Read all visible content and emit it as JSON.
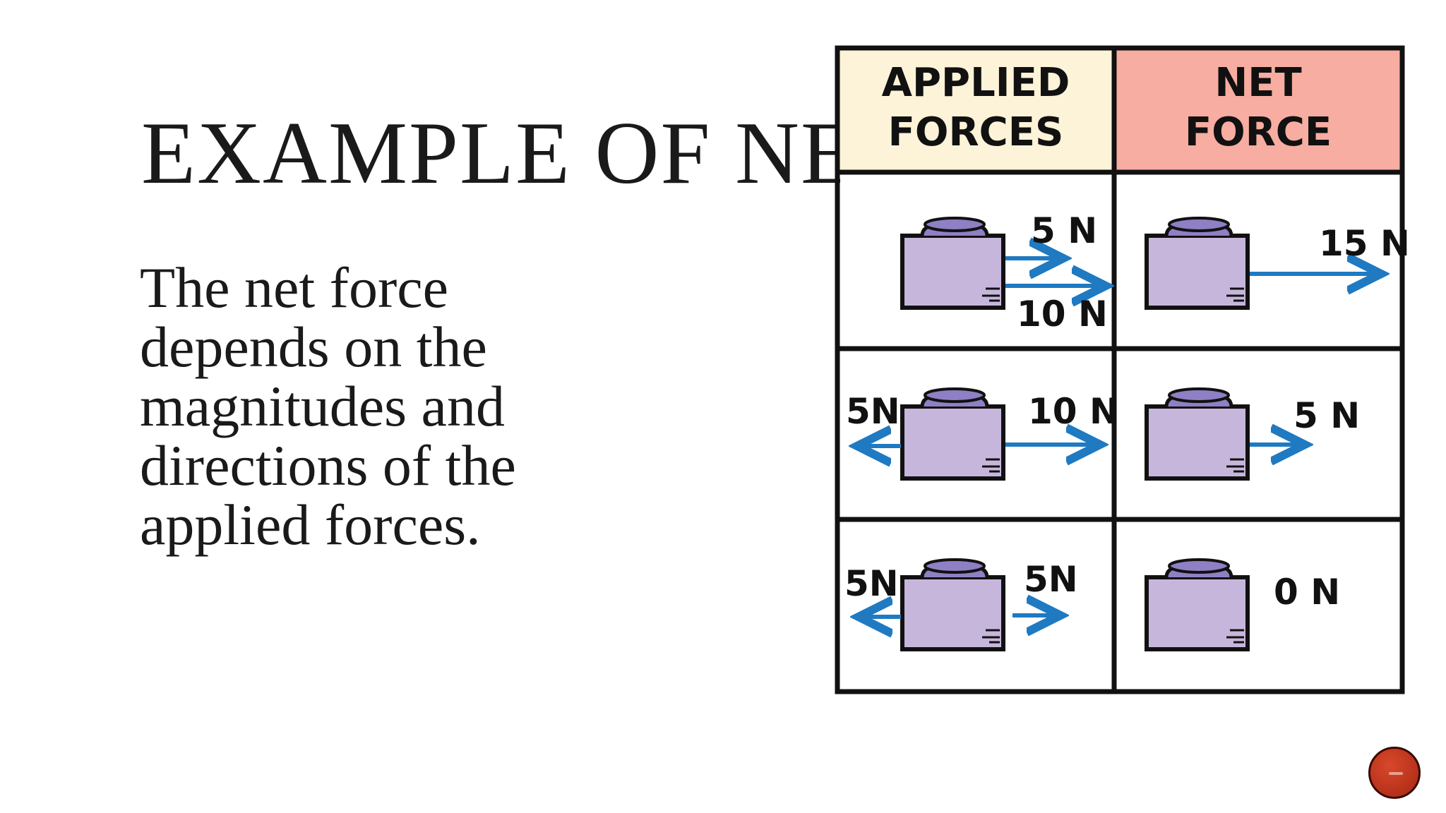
{
  "slide": {
    "title": "EXAMPLE OF NE",
    "body_lines": [
      "The net force",
      "depends on the",
      "magnitudes and",
      "directions of the",
      "applied forces."
    ]
  },
  "table": {
    "headers": {
      "applied_line1": "APPLIED",
      "applied_line2": "FORCES",
      "net_line1": "NET",
      "net_line2": "FORCE"
    },
    "rows": [
      {
        "applied_a": "5 N",
        "applied_b": "10 N",
        "net": "15 N"
      },
      {
        "applied_a": "5N",
        "applied_b": "10 N",
        "net": "5 N"
      },
      {
        "applied_a": "5N",
        "applied_b": "5N",
        "net": "0 N"
      }
    ]
  },
  "colors": {
    "applied_header": "#fdf3d9",
    "net_header": "#f7ada1",
    "block": "#c7b6dc",
    "block_top": "#8f7fc4",
    "arrow": "#1f7ac2",
    "nav_button": "#c5341e"
  },
  "icons": {
    "nav": "next-slide-icon"
  }
}
